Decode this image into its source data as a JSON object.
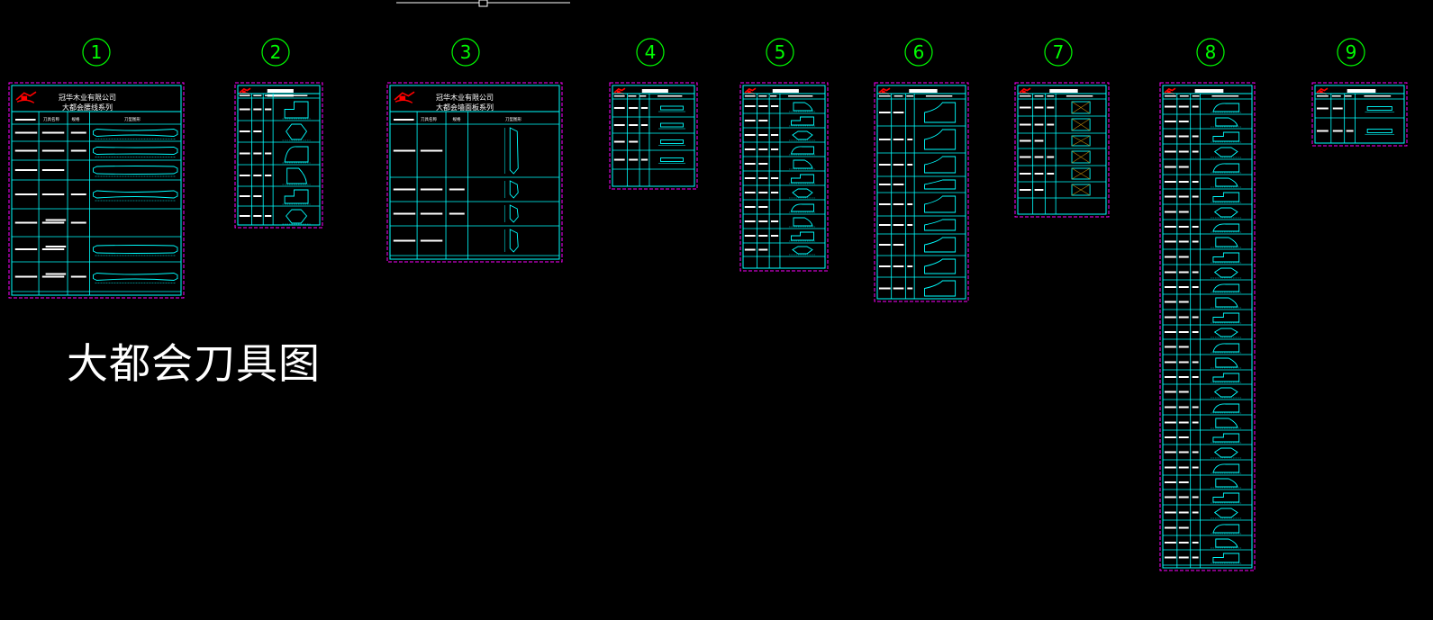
{
  "drawing_title": "大都会刀具图",
  "sheet_numbers": [
    "1",
    "2",
    "3",
    "4",
    "5",
    "6",
    "7",
    "8",
    "9"
  ],
  "sheet1": {
    "company": "冠华木业有限公司",
    "series": "大都会腰线系列",
    "headers": [
      "",
      "刀具名称",
      "规格",
      "刀型图形"
    ]
  },
  "sheet3": {
    "company": "冠华木业有限公司",
    "series": "大都会墙面板系列",
    "headers": [
      "",
      "刀具名称",
      "规格",
      "刀型图形"
    ]
  },
  "colors": {
    "background": "#000000",
    "outer_border": "#ff00ff",
    "grid": "#00ffff",
    "circle": "#00ff00",
    "logo": "#ff0000",
    "text": "#ffffff",
    "profile": "#00ffff"
  }
}
